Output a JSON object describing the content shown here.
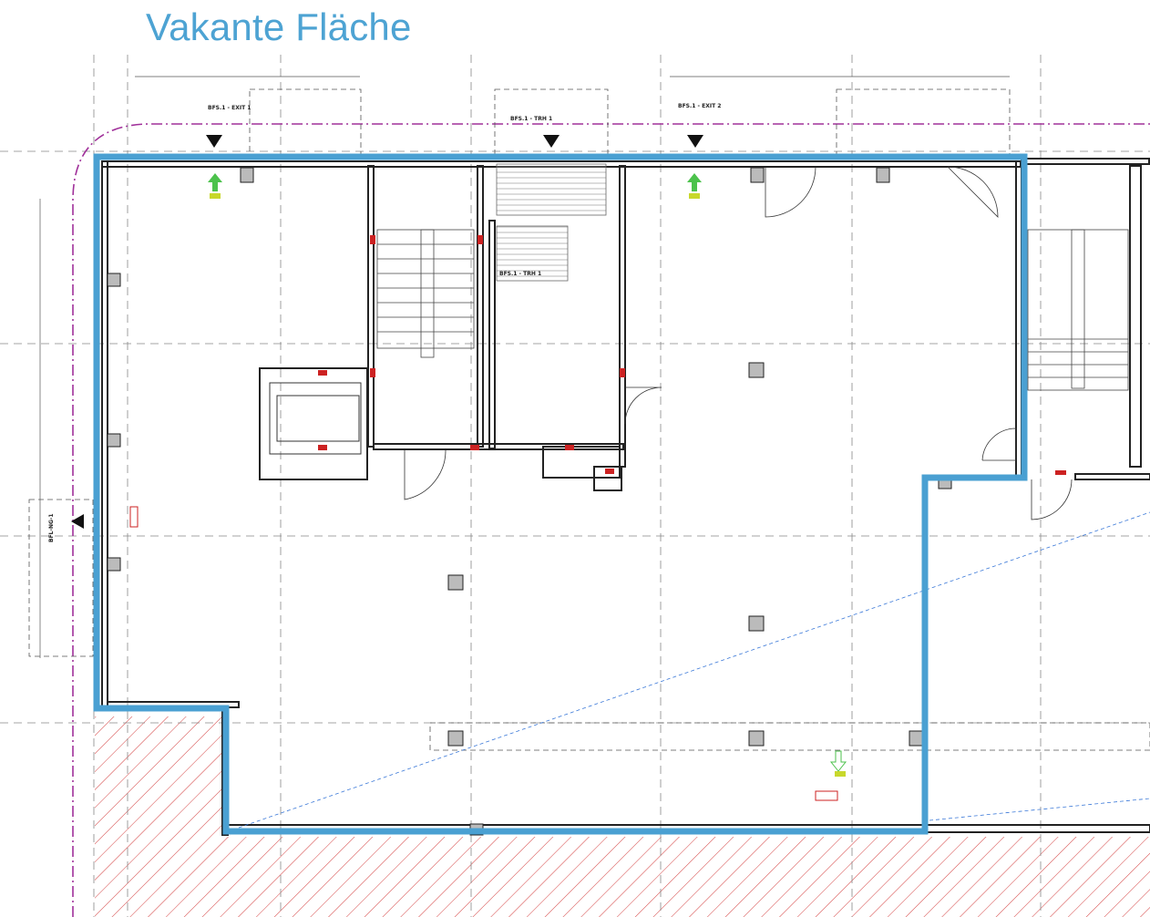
{
  "header": {
    "title": "Vakante Fläche"
  },
  "labels": {
    "stair_upper": "BFS.1 - TRH 1",
    "stair_lower": "BFS.1 - TRH 1",
    "exit_left": "BFS.1 - EXIT 1",
    "exit_right": "BFS.1 - EXIT 2",
    "side_exit": "BFL-NG-1"
  },
  "colors": {
    "vacant_outline": "#4aa0d2",
    "boundary": "#a0309a",
    "wall": "#222222",
    "hatch": "#d44040",
    "marker_red": "#cc2222",
    "arrow_green": "#4cc24c",
    "guide_blue": "#3a78d8"
  }
}
